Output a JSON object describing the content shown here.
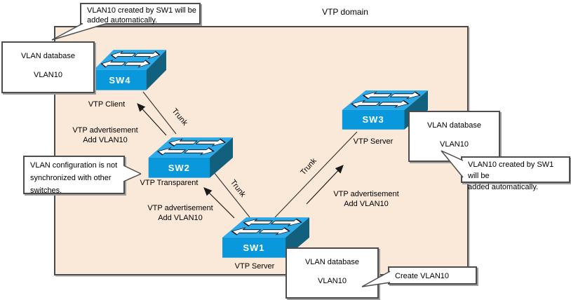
{
  "title": "VTP domain",
  "colors": {
    "domain_fill": "#FAE8D8",
    "domain_border": "#4a4a4a",
    "switch_top": "#2BA9E8",
    "switch_front": "#0998DB",
    "switch_side": "#11607E",
    "line": "#3a3a3a"
  },
  "switches": [
    {
      "label": "SW4",
      "role": "VTP Client"
    },
    {
      "label": "SW2",
      "role": "VTP Transparent"
    },
    {
      "label": "SW3",
      "role": "VTP Server"
    },
    {
      "label": "SW1",
      "role": "VTP Server"
    }
  ],
  "trunk_labels": [
    "Trunk",
    "Trunk",
    "Trunk"
  ],
  "advertisements": [
    {
      "line1": "VTP advertisement",
      "line2": "Add VLAN10"
    },
    {
      "line1": "VTP advertisement",
      "line2": "Add VLAN10"
    },
    {
      "line1": "VTP advertisement",
      "line2": "Add VLAN10"
    }
  ],
  "database_boxes": [
    {
      "title": "VLAN database",
      "entry": "VLAN10"
    },
    {
      "title": "VLAN database",
      "entry": "VLAN10"
    },
    {
      "title": "VLAN database",
      "entry": "VLAN10"
    }
  ],
  "callouts": {
    "sw4_note": {
      "line1": "VLAN10 created by SW1 will be",
      "line2": "added automatically."
    },
    "sw2_note": {
      "line1": "VLAN configuration is not",
      "line2": "synchronized with other",
      "line3": "switches."
    },
    "sw3_note": {
      "line1": "VLAN10 created by SW1 will be",
      "line2": "added automatically."
    },
    "sw1_note": {
      "line1": "Create VLAN10"
    }
  }
}
